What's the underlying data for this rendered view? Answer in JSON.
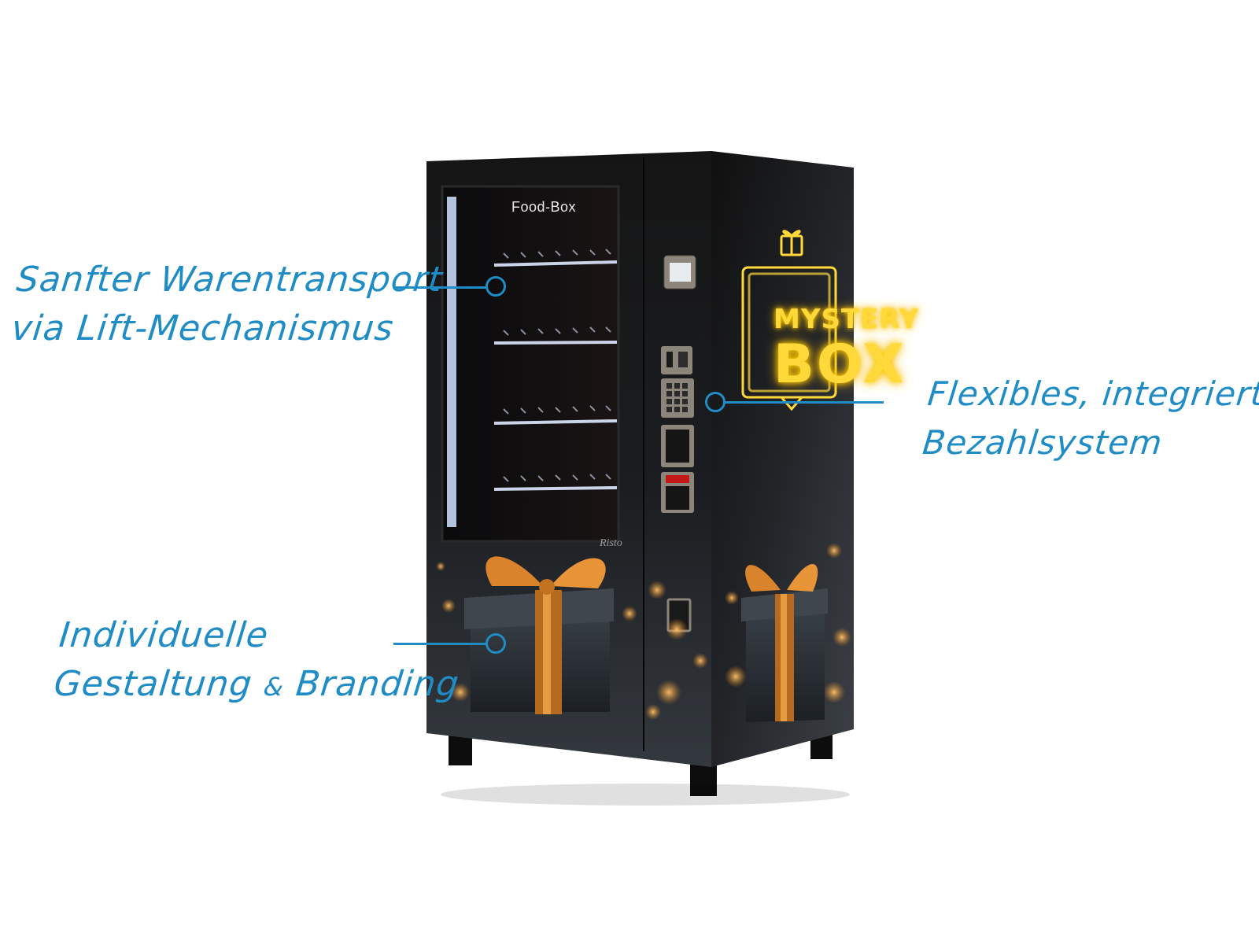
{
  "callouts": {
    "lift": {
      "line1": "Sanfter Warentransport",
      "line2": "via Lift-Mechanismus"
    },
    "payment": {
      "line1": "Flexibles, integriertes",
      "line2": "Bezahlsystem"
    },
    "branding": {
      "line1": "Individuelle",
      "line2_a": "Gestaltung",
      "line2_amp": "&",
      "line2_b": "Branding"
    }
  },
  "machine": {
    "window_logo": "Food-Box",
    "manufacturer_logo": "Risto",
    "side_sign_line1": "MYSTERY",
    "side_sign_line2": "BOX"
  },
  "colors": {
    "accent": "#1f8cc6",
    "cabinet": "#111111",
    "neon": "#ffd83a",
    "ribbon": "#e08a2a"
  }
}
